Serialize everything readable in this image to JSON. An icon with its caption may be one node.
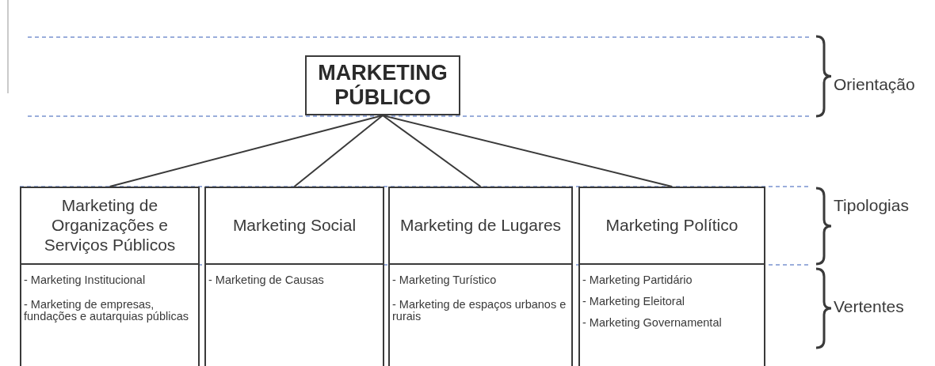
{
  "diagram": {
    "nodes": [
      {
        "text": [
          "MARKETING PÚBLICO"
        ]
      },
      {
        "text": [
          "Marketing de Organizações e Serviços Públicos",
          "- Marketing Institucional",
          "- Marketing de empresas, fundações e autarquias públicas"
        ]
      },
      {
        "text": [
          "Marketing Social",
          "- Marketing de Causas"
        ]
      },
      {
        "text": [
          "Marketing de Lugares",
          "- Marketing Turístico",
          "- Marketing de espaços urbanos e rurais"
        ]
      },
      {
        "text": [
          "Marketing Político",
          "- Marketing Partidário",
          "- Marketing Eleitoral",
          "- Marketing Governamental"
        ]
      }
    ],
    "edges": [
      {
        "from": 0,
        "to": 1,
        "arrow": "none"
      },
      {
        "from": 0,
        "to": 2,
        "arrow": "none"
      },
      {
        "from": 0,
        "to": 3,
        "arrow": "none"
      },
      {
        "from": 0,
        "to": 4,
        "arrow": "none"
      }
    ],
    "labels": [
      "Orientação",
      "Tipologias",
      "Vertentes"
    ]
  }
}
